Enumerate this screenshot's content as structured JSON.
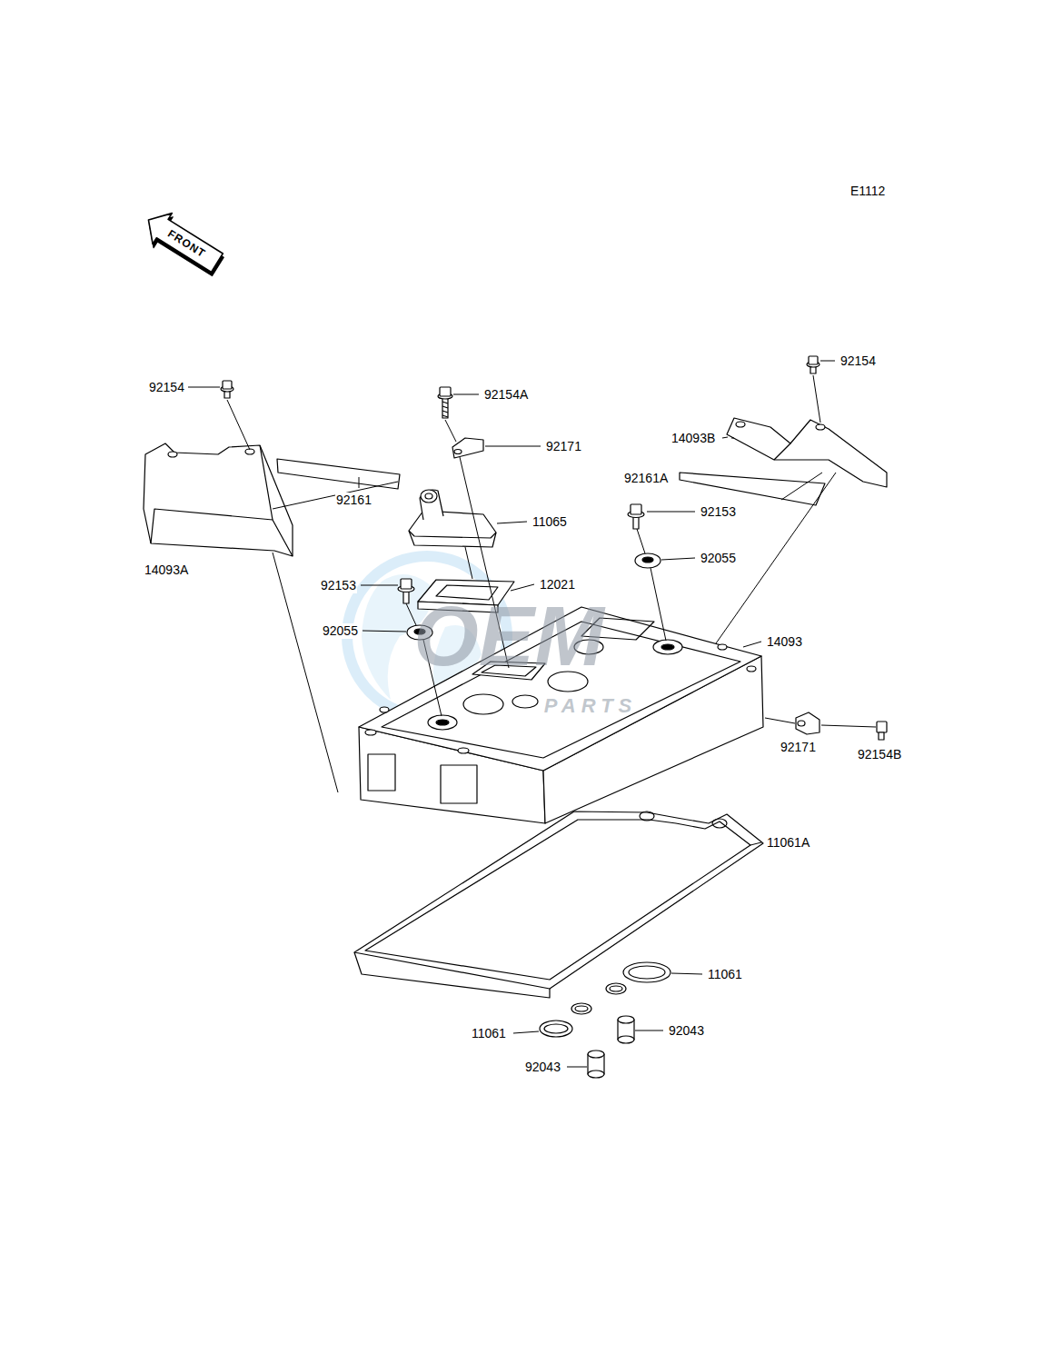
{
  "diagram": {
    "labels": [
      "E1112",
      "FRONT",
      "92154",
      "92154A",
      "92154",
      "92171",
      "14093B",
      "92161A",
      "92161",
      "11065",
      "92153",
      "14093A",
      "92055",
      "92153",
      "12021",
      "92055",
      "14093",
      "92171",
      "92154B",
      "11061A",
      "11061",
      "11061",
      "92043",
      "92043",
      "OEM",
      "PARTS"
    ]
  }
}
